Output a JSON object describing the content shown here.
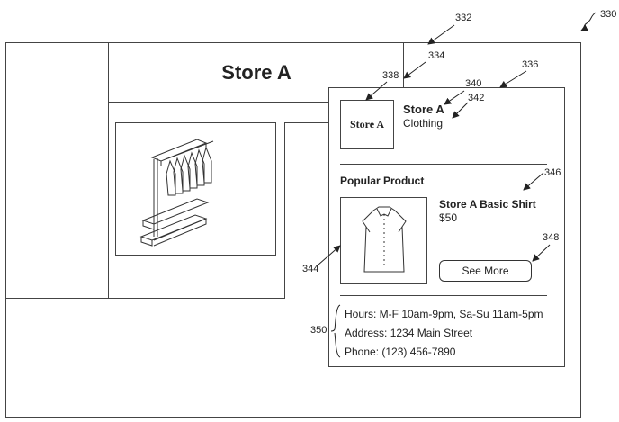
{
  "figure": {
    "ref_main": "330",
    "ref_window": "332",
    "ref_header": "334",
    "ref_popup": "336",
    "ref_logo": "338",
    "ref_store_name": "340",
    "ref_category": "342",
    "ref_product_image": "344",
    "ref_product_info": "346",
    "ref_see_more": "348",
    "ref_store_info": "350"
  },
  "page": {
    "title": "Store A"
  },
  "popup": {
    "logo_text": "Store A",
    "store_name": "Store A",
    "category": "Clothing",
    "section_title": "Popular Product",
    "product_name": "Store A Basic Shirt",
    "product_price": "$50",
    "see_more_label": "See More",
    "hours": "Hours: M-F 10am-9pm, Sa-Su 11am-5pm",
    "address": "Address: 1234 Main Street",
    "phone": "Phone: (123) 456-7890"
  },
  "icons": {
    "rack": "clothing-rack-icon",
    "shirt": "shirt-icon"
  }
}
